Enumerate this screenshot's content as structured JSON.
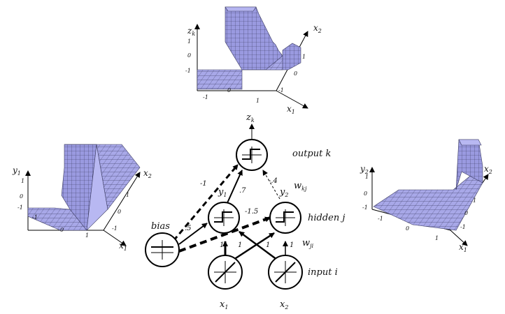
{
  "surfaces": {
    "top": {
      "z_label": "z",
      "z_sub": "k",
      "x1_label": "x",
      "x1_sub": "1",
      "x2_label": "x",
      "x2_sub": "2",
      "ticks": {
        "z_top": "1",
        "z_mid": "0",
        "z_bot": "-1",
        "xa_left": "-1",
        "xa_mid": "0",
        "xa_right": "1",
        "xb_near": "-1",
        "xb_mid": "0",
        "xb_far": "1"
      }
    },
    "left": {
      "y_label": "y",
      "y_sub": "1",
      "x1_label": "x",
      "x1_sub": "1",
      "x2_label": "x",
      "x2_sub": "2",
      "ticks": {
        "y_top": "1",
        "y_mid": "0",
        "y_bot": "-1",
        "xa_left": "-1",
        "xa_mid": "0",
        "xa_right": "1",
        "xb_near": "-1",
        "xb_mid": "0",
        "xb_far": "1"
      }
    },
    "right": {
      "y_label": "y",
      "y_sub": "2",
      "x1_label": "x",
      "x1_sub": "1",
      "x2_label": "x",
      "x2_sub": "2",
      "ticks": {
        "y_top": "1",
        "y_mid": "0",
        "y_bot": "-1",
        "xa_left": "-1",
        "xa_mid": "0",
        "xa_right": "1",
        "xb_near": "-1",
        "xb_mid": "0",
        "xb_far": "1"
      }
    }
  },
  "network": {
    "output_node": {
      "label": "z",
      "sub": "k"
    },
    "hidden_nodes": [
      {
        "label": "y",
        "sub": "1"
      },
      {
        "label": "y",
        "sub": "2"
      }
    ],
    "input_nodes": [
      {
        "label": "x",
        "sub": "1"
      },
      {
        "label": "x",
        "sub": "2"
      }
    ],
    "bias_label": "bias",
    "layer_labels": {
      "output": "output k",
      "hidden": "hidden j",
      "input": "input i"
    },
    "weight_symbols": {
      "w_kj": "w",
      "w_kj_sub": "kj",
      "w_ji": "w",
      "w_ji_sub": "ji"
    },
    "weights": {
      "bias_to_output": "-1",
      "y1_to_output": ".7",
      "y2_to_output": "-.4",
      "bias_to_y1": ".5",
      "bias_to_y2": "-1.5",
      "x1_to_y1": "1",
      "x2_to_y1": "1",
      "x1_to_y2": "1",
      "x2_to_y2": "1"
    }
  },
  "colors": {
    "surface_fill": "#a8a8e8",
    "surface_grid": "#3a3a60",
    "line": "#000000"
  }
}
